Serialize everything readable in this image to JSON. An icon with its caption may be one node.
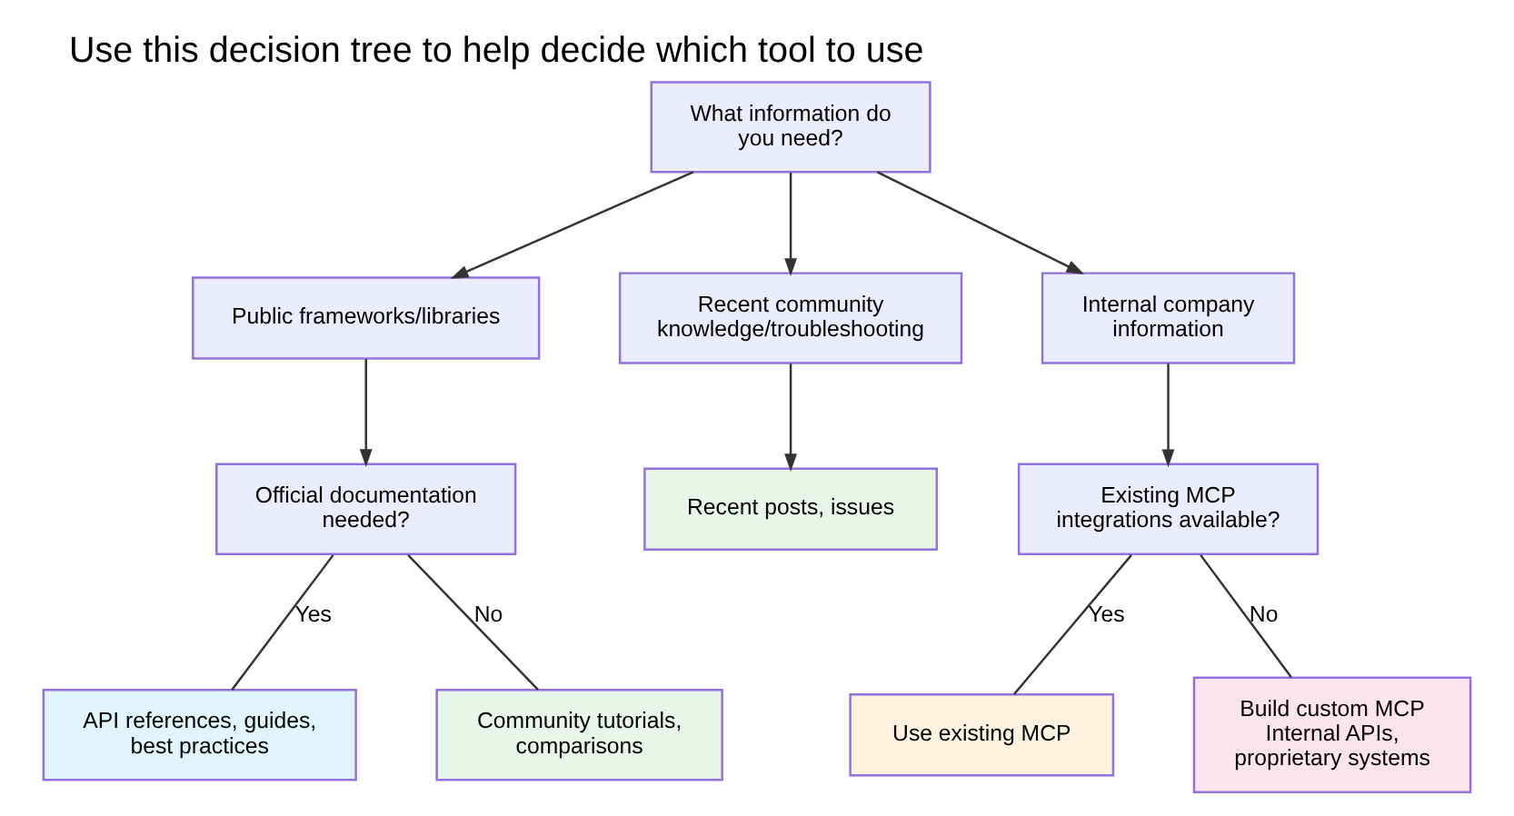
{
  "diagram": {
    "title": "Use this decision tree to help decide which tool to use",
    "nodes": [
      {
        "text": [
          "What information do you need?"
        ]
      },
      {
        "text": [
          "Public frameworks/libraries"
        ]
      },
      {
        "text": [
          "Recent community knowledge/troubleshooting"
        ]
      },
      {
        "text": [
          "Internal company information"
        ]
      },
      {
        "text": [
          "Official documentation needed?"
        ]
      },
      {
        "text": [
          "Recent posts, issues"
        ]
      },
      {
        "text": [
          "Existing MCP integrations available?"
        ]
      },
      {
        "text": [
          "API references, guides, best practices"
        ]
      },
      {
        "text": [
          "Community tutorials, comparisons"
        ]
      },
      {
        "text": [
          "Use existing MCP"
        ]
      },
      {
        "text": [
          "Build custom MCP",
          "Internal APIs, proprietary systems"
        ]
      }
    ],
    "edges": [
      {
        "from": 0,
        "to": 1,
        "arrow": "to"
      },
      {
        "from": 0,
        "to": 2,
        "arrow": "to"
      },
      {
        "from": 0,
        "to": 3,
        "arrow": "to"
      },
      {
        "from": 1,
        "to": 4,
        "arrow": "to"
      },
      {
        "from": 2,
        "to": 5,
        "arrow": "to"
      },
      {
        "from": 3,
        "to": 6,
        "arrow": "to"
      },
      {
        "from": 4,
        "to": 7,
        "arrow": "none",
        "label": "Yes"
      },
      {
        "from": 4,
        "to": 8,
        "arrow": "none",
        "label": "No"
      },
      {
        "from": 6,
        "to": 9,
        "arrow": "none",
        "label": "Yes"
      },
      {
        "from": 6,
        "to": 10,
        "arrow": "none",
        "label": "No"
      }
    ]
  }
}
